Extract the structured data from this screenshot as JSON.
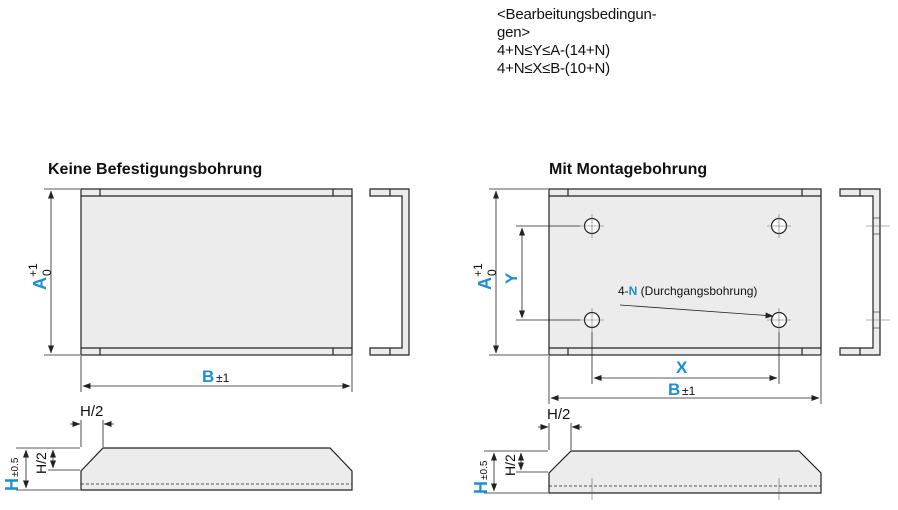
{
  "condition": {
    "line1": "<Bearbeitungsbedingun-",
    "line2": "gen>",
    "line3": "4+N≤Y≤A-(14+N)",
    "line4": "4+N≤X≤B-(10+N)"
  },
  "left_view": {
    "title": "Keine Befestigungsbohrung",
    "dim_a": "A",
    "dim_a_tol_upper": "+1",
    "dim_a_tol_lower": "0",
    "dim_b": "B",
    "dim_b_tol": "±1",
    "dim_half_h_top": "H/2",
    "dim_h": "H",
    "dim_h_tol": "±0.5",
    "dim_half_h_side": "H/2"
  },
  "right_view": {
    "title": "Mit Montagebohrung",
    "dim_a": "A",
    "dim_a_tol_upper": "+1",
    "dim_a_tol_lower": "0",
    "dim_y": "Y",
    "dim_x": "X",
    "dim_b": "B",
    "dim_b_tol": "±1",
    "hole_prefix": "4-",
    "hole_n": "N",
    "hole_desc": " (Durchgangsbohrung)",
    "dim_half_h_top": "H/2",
    "dim_h": "H",
    "dim_h_tol": "±0.5",
    "dim_half_h_side": "H/2"
  },
  "colors": {
    "accent": "#1b8fd4",
    "plate_fill": "#ececec",
    "line": "#222222"
  }
}
